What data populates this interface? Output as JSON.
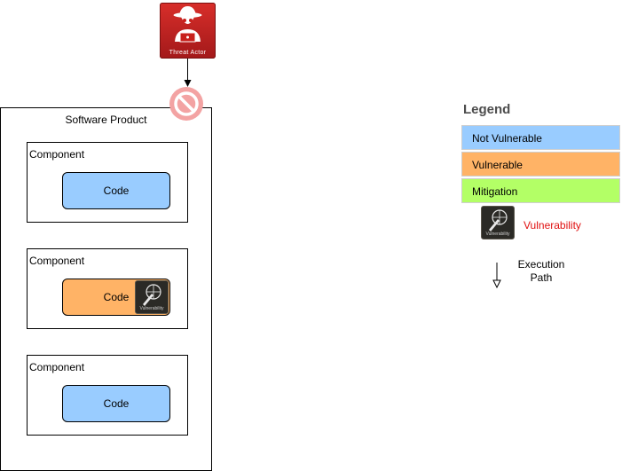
{
  "threat_actor": {
    "label": "Threat Actor"
  },
  "software_product": {
    "title": "Software Product"
  },
  "components": [
    {
      "title": "Component",
      "code_label": "Code",
      "status": "not-vulnerable"
    },
    {
      "title": "Component",
      "code_label": "Code",
      "status": "vulnerable",
      "vulnerability_label": "Vulnerability"
    },
    {
      "title": "Component",
      "code_label": "Code",
      "status": "not-vulnerable"
    }
  ],
  "legend": {
    "title": "Legend",
    "items": [
      {
        "label": "Not Vulnerable",
        "color": "#99ccff"
      },
      {
        "label": "Vulnerable",
        "color": "#ffb366"
      },
      {
        "label": "Mitigation",
        "color": "#b3ff66"
      }
    ],
    "vulnerability_label": "Vulnerability",
    "vulnerability_icon_text": "Vulnerability",
    "execution_path_label": "Execution Path"
  },
  "colors": {
    "not_vulnerable": "#99ccff",
    "vulnerable": "#ffb366",
    "mitigation_sign": "#f3a3a3",
    "threat_actor": "#c8201c",
    "vulnerability_text": "#e01010"
  }
}
